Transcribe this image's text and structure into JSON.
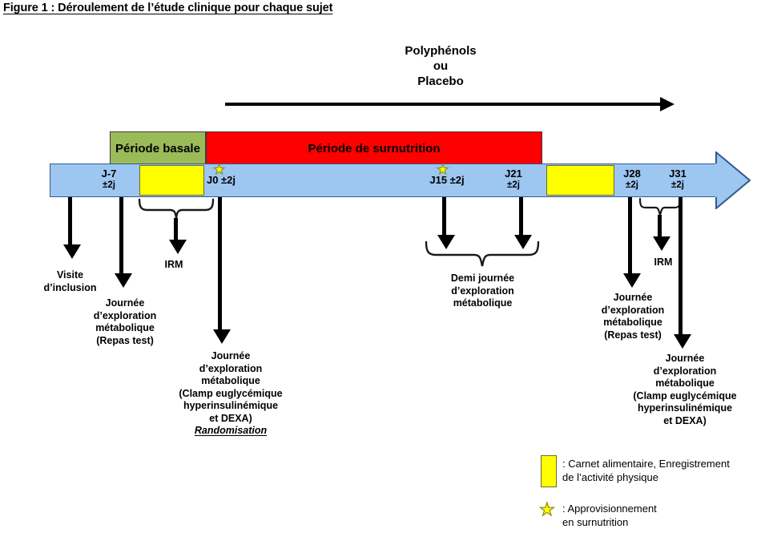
{
  "figure": {
    "title": "Figure 1 : Déroulement de l’étude clinique pour chaque sujet"
  },
  "treatment": {
    "line1": "Polyphénols",
    "line2": "ou",
    "line3": "Placebo",
    "arrow_icon": "right-arrow-icon"
  },
  "periods": [
    {
      "key": "basale",
      "label": "Période basale",
      "color": "#9bbb59"
    },
    {
      "key": "surnutrition",
      "label": "Période de surnutrition",
      "color": "#ff0000"
    }
  ],
  "timeline": {
    "color": "#9dc6f0",
    "border_color": "#31598c",
    "days": [
      {
        "key": "j7",
        "day": "J-7",
        "tol": "±2j"
      },
      {
        "key": "j0",
        "day": "J0 ±2j",
        "tol": ""
      },
      {
        "key": "j15",
        "day": "J15 ±2j",
        "tol": ""
      },
      {
        "key": "j21",
        "day": "J21",
        "tol": "±2j"
      },
      {
        "key": "j28",
        "day": "J28",
        "tol": "±2j"
      },
      {
        "key": "j31",
        "day": "J31",
        "tol": "±2j"
      }
    ]
  },
  "diary_blocks": {
    "color": "#ffff00",
    "count": 2
  },
  "annotations": {
    "visite_inclusion": "Visite\nd’inclusion",
    "jem_j7": "Journée\nd’exploration\nmétabolique\n(Repas test)",
    "irm_left": "IRM",
    "jem_j0_main": "Journée\nd’exploration\nmétabolique\n(Clamp euglycémique\nhyperinsulinémique\net DEXA)",
    "jem_j0_rand": "Randomisation",
    "demi_journee": "Demi journée\nd’exploration\nmétabolique",
    "jem_j28": "Journée\nd’exploration\nmétabolique\n(Repas test)",
    "irm_right": "IRM",
    "jem_j31": "Journée\nd’exploration\nmétabolique\n(Clamp euglycémique\nhyperinsulinémique\net DEXA)"
  },
  "legend": {
    "swatch_color": "#ffff00",
    "item1": ": Carnet alimentaire, Enregistrement\nde l’activité physique",
    "star_icon": "star-icon",
    "item2": ": Approvisionnement\nen surnutrition"
  }
}
